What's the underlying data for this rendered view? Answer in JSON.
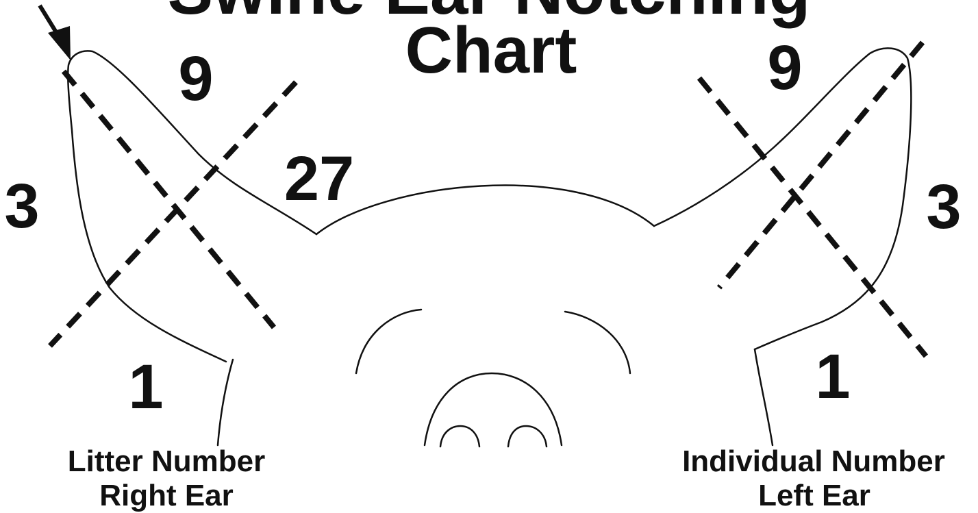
{
  "title": {
    "line1": "Swine Ear Notching",
    "line2": "Chart"
  },
  "right_ear": {
    "caption_line1": "Litter Number",
    "caption_line2": "Right Ear",
    "notch_top": "9",
    "notch_tip": "27",
    "notch_side": "3",
    "notch_bottom": "1"
  },
  "left_ear": {
    "caption_line1": "Individual Number",
    "caption_line2": "Left Ear",
    "notch_top": "9",
    "notch_side": "3",
    "notch_bottom": "1"
  }
}
